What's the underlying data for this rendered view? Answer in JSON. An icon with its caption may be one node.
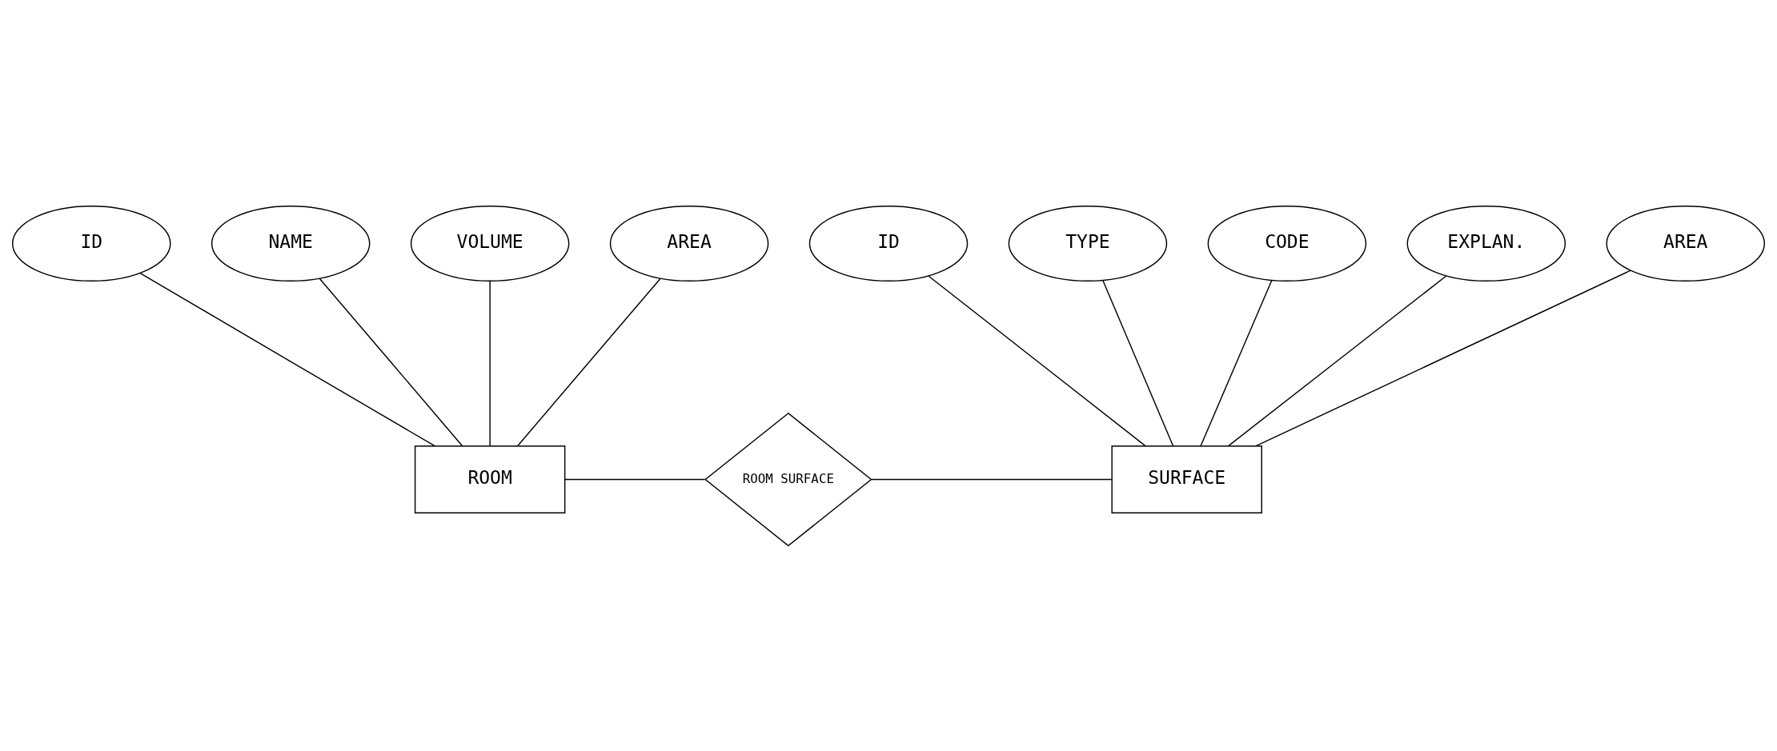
{
  "diagram": {
    "nodes": [
      {
        "text": [
          "CODE"
        ]
      },
      {
        "text": [
          "NAME"
        ]
      },
      {
        "text": [
          "VOLUME"
        ]
      },
      {
        "text": [
          "TYPE"
        ]
      },
      {
        "text": [
          "EXPLAN."
        ]
      },
      {
        "text": [
          "ID"
        ]
      },
      {
        "text": [
          "AREA"
        ]
      },
      {
        "text": [
          "ID"
        ]
      },
      {
        "text": [
          "AREA"
        ]
      },
      {
        "text": [
          "ROOM"
        ]
      },
      {
        "text": [
          "ROOM SURFACE"
        ]
      },
      {
        "text": [
          "SURFACE"
        ]
      }
    ],
    "edges": [
      {
        "from": 5,
        "to": 9,
        "arrow": "none"
      },
      {
        "from": 1,
        "to": 9,
        "arrow": "none"
      },
      {
        "from": 2,
        "to": 9,
        "arrow": "none"
      },
      {
        "from": 6,
        "to": 9,
        "arrow": "none"
      },
      {
        "from": 7,
        "to": 11,
        "arrow": "none"
      },
      {
        "from": 3,
        "to": 11,
        "arrow": "none"
      },
      {
        "from": 0,
        "to": 11,
        "arrow": "none"
      },
      {
        "from": 4,
        "to": 11,
        "arrow": "none"
      },
      {
        "from": 8,
        "to": 11,
        "arrow": "none"
      },
      {
        "from": 9,
        "to": 10,
        "arrow": "none"
      },
      {
        "from": 10,
        "to": 11,
        "arrow": "none"
      }
    ]
  }
}
